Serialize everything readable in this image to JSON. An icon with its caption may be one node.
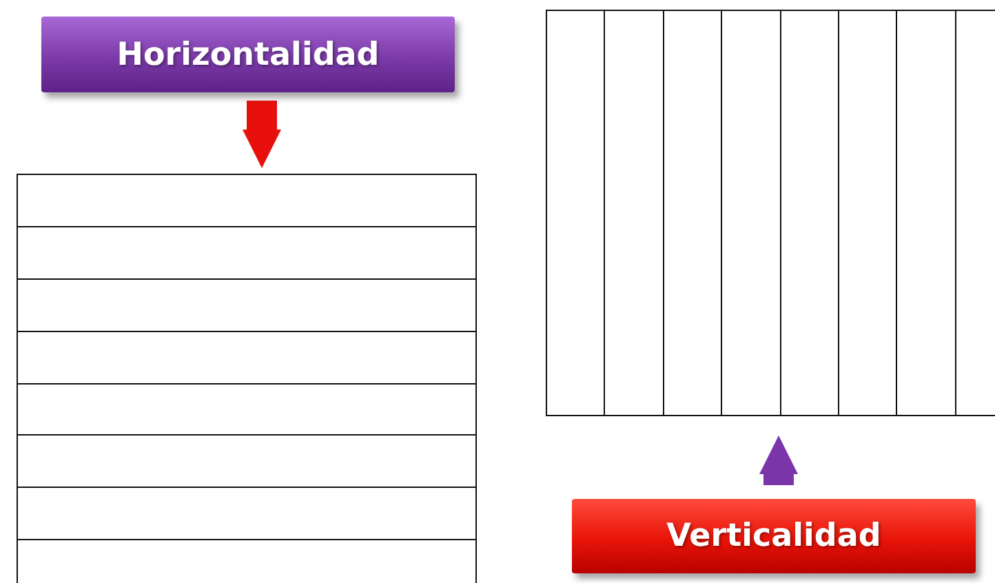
{
  "diagram": {
    "nodes": [
      {
        "text": [
          "Horizontalidad"
        ]
      },
      {
        "text": [],
        "shape": "box"
      },
      {
        "text": [],
        "shape": "box"
      },
      {
        "text": [
          "Verticalidad"
        ]
      }
    ],
    "edges": [
      {
        "from": 0,
        "to": 1,
        "arrow": "to",
        "color": "#e8100c"
      },
      {
        "from": 3,
        "to": 2,
        "arrow": "to",
        "color": "#7a35a8"
      }
    ]
  }
}
